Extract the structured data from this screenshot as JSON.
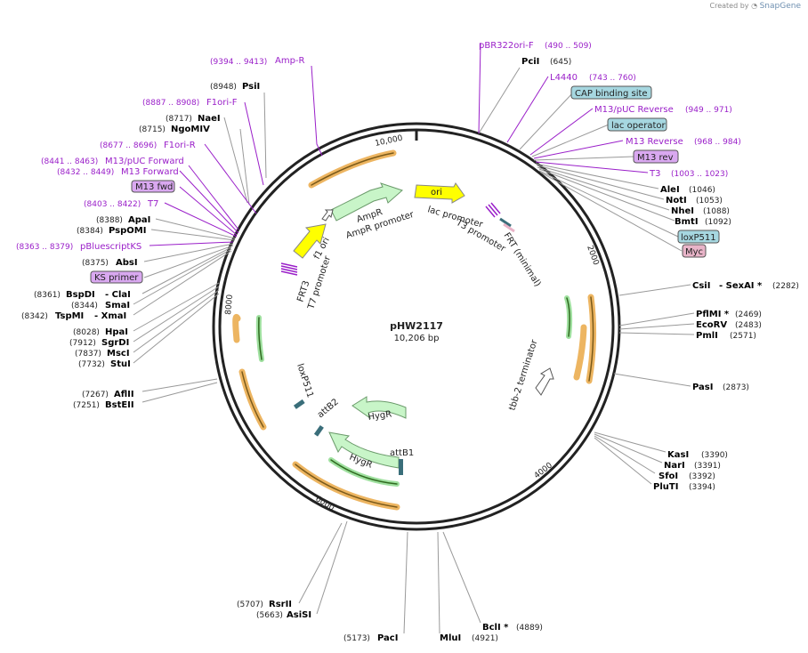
{
  "credit": {
    "prefix": "Created by",
    "brand": "SnapGene"
  },
  "plasmid": {
    "name": "pHW2117",
    "length": "10,206 bp"
  },
  "tick_labels": [
    "10,000",
    "2000",
    "4000",
    "6000",
    "8000"
  ],
  "colors": {
    "primer": "#9a1fc9",
    "enzyme": "#000000",
    "feature_green": "#c8f5c8",
    "feature_yellow": "#ffff00",
    "site_cyan": "#a6d7e0",
    "site_purple": "#d9a8f0",
    "site_pink": "#e8b4c8",
    "orf": "#e8a23a"
  },
  "enzymes": [
    {
      "name": "PsiI",
      "pos": "(8948)"
    },
    {
      "name": "NaeI",
      "pos": "(8717)"
    },
    {
      "name": "NgoMIV",
      "pos": "(8715)"
    },
    {
      "name": "ApaI",
      "pos": "(8388)"
    },
    {
      "name": "PspOMI",
      "pos": "(8384)"
    },
    {
      "name": "AbsI",
      "pos": "(8375)"
    },
    {
      "name": "BspDI",
      "pos": "(8361)",
      "extra": "- ClaI"
    },
    {
      "name": "SmaI",
      "pos": "(8344)"
    },
    {
      "name": "TspMI",
      "pos": "(8342)",
      "extra": "- XmaI"
    },
    {
      "name": "HpaI",
      "pos": "(8028)"
    },
    {
      "name": "SgrDI",
      "pos": "(7912)"
    },
    {
      "name": "MscI",
      "pos": "(7837)"
    },
    {
      "name": "StuI",
      "pos": "(7732)"
    },
    {
      "name": "AflII",
      "pos": "(7267)"
    },
    {
      "name": "BstEII",
      "pos": "(7251)"
    },
    {
      "name": "RsrII",
      "pos": "(5707)"
    },
    {
      "name": "AsiSI",
      "pos": "(5663)"
    },
    {
      "name": "PacI",
      "pos": "(5173)"
    },
    {
      "name": "MluI",
      "pos": "(4921)"
    },
    {
      "name": "BclI *",
      "pos": "(4889)"
    },
    {
      "name": "PciI",
      "pos": "(645)"
    },
    {
      "name": "AleI",
      "pos": "(1046)"
    },
    {
      "name": "NotI",
      "pos": "(1053)"
    },
    {
      "name": "NheI",
      "pos": "(1088)"
    },
    {
      "name": "BmtI",
      "pos": "(1092)"
    },
    {
      "name": "CsiI",
      "pos": "(2282)",
      "extra": "- SexAI *"
    },
    {
      "name": "PflMI *",
      "pos": "(2469)"
    },
    {
      "name": "EcoRV",
      "pos": "(2483)"
    },
    {
      "name": "PmlI",
      "pos": "(2571)"
    },
    {
      "name": "PasI",
      "pos": "(2873)"
    },
    {
      "name": "KasI",
      "pos": "(3390)"
    },
    {
      "name": "NarI",
      "pos": "(3391)"
    },
    {
      "name": "SfoI",
      "pos": "(3392)"
    },
    {
      "name": "PluTI",
      "pos": "(3394)"
    }
  ],
  "primers": [
    {
      "name": "Amp-R",
      "range": "(9394 .. 9413)"
    },
    {
      "name": "F1ori-F",
      "range": "(8887 .. 8908)"
    },
    {
      "name": "F1ori-R",
      "range": "(8677 .. 8696)"
    },
    {
      "name": "M13/pUC Forward",
      "range": "(8441 .. 8463)"
    },
    {
      "name": "M13 Forward",
      "range": "(8432 .. 8449)"
    },
    {
      "name": "T7",
      "range": "(8403 .. 8422)"
    },
    {
      "name": "pBluescriptKS",
      "range": "(8363 .. 8379)"
    },
    {
      "name": "pBR322ori-F",
      "range": "(490 .. 509)"
    },
    {
      "name": "L4440",
      "range": "(743 .. 760)"
    },
    {
      "name": "M13/pUC Reverse",
      "range": "(949 .. 971)"
    },
    {
      "name": "M13 Reverse",
      "range": "(968 .. 984)"
    },
    {
      "name": "T3",
      "range": "(1003 .. 1023)"
    }
  ],
  "boxed": [
    "M13 fwd",
    "KS primer",
    "CAP binding site",
    "lac operator",
    "M13 rev",
    "loxP511",
    "Myc"
  ],
  "features": [
    "AmpR",
    "AmpR promoter",
    "f1 ori",
    "ori",
    "lac promoter",
    "T3 promoter",
    "FRT (minimal)",
    "FRT3",
    "T7 promoter",
    "tbb-2 terminator",
    "loxP511",
    "attB2",
    "HygR",
    "HygR",
    "attB1"
  ]
}
